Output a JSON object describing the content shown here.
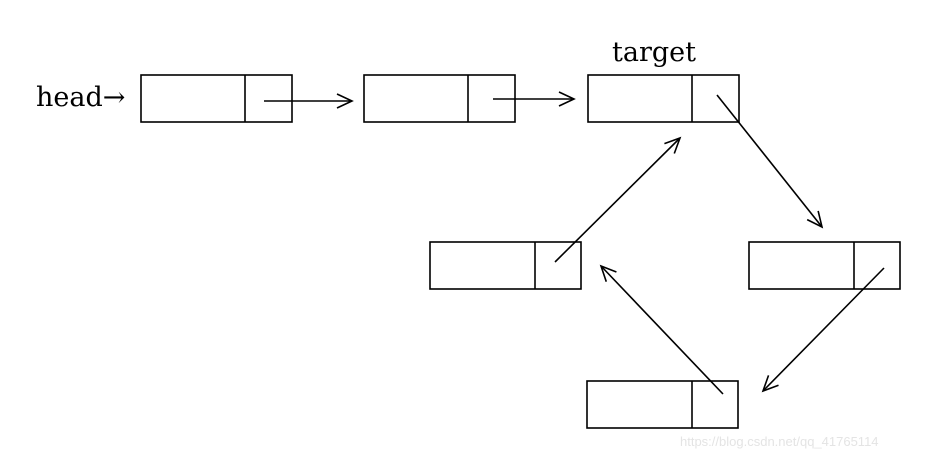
{
  "diagram": {
    "head_label": "head",
    "head_arrow": "→",
    "target_label": "target",
    "node_count": 6,
    "line_color": "#000000",
    "background_color": "#ffffff"
  },
  "watermark": {
    "text": "https://blog.csdn.net/qq_41765114"
  }
}
